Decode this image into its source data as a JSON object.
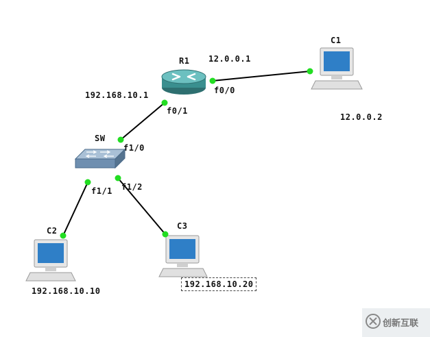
{
  "devices": {
    "r1": {
      "name": "R1",
      "ip": "192.168.10.1",
      "port_lan": "f0/1",
      "port_wan": "f0/0"
    },
    "sw": {
      "name": "SW",
      "port_r1": "f1/0",
      "port_c2": "f1/1",
      "port_c3": "f1/2"
    },
    "c1": {
      "name": "C1",
      "ip": "12.0.0.2"
    },
    "c2": {
      "name": "C2",
      "ip": "192.168.10.10"
    },
    "c3": {
      "name": "C3",
      "ip": "192.168.10.20"
    }
  },
  "links": {
    "r1_c1_ip": "12.0.0.1"
  },
  "colors": {
    "link": "#000000",
    "port_dot": "#22dd22",
    "router": "#3a8f8f",
    "switch": "#6f8fb0",
    "pc_screen": "#2f7fc7"
  },
  "watermark": {
    "text": "创新互联"
  }
}
